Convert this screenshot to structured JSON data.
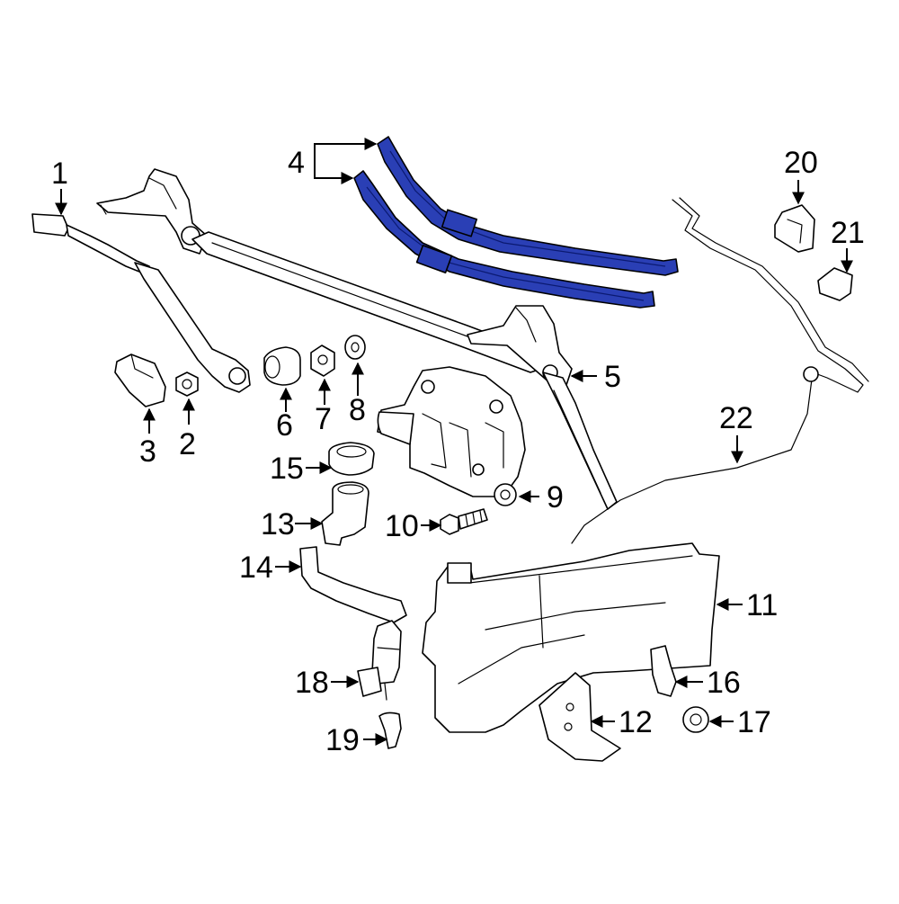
{
  "diagram": {
    "highlight_color": "#2a3fb5",
    "callouts": [
      {
        "id": "1",
        "label": "1"
      },
      {
        "id": "2",
        "label": "2"
      },
      {
        "id": "3",
        "label": "3"
      },
      {
        "id": "4",
        "label": "4"
      },
      {
        "id": "5",
        "label": "5"
      },
      {
        "id": "6",
        "label": "6"
      },
      {
        "id": "7",
        "label": "7"
      },
      {
        "id": "8",
        "label": "8"
      },
      {
        "id": "9",
        "label": "9"
      },
      {
        "id": "10",
        "label": "10"
      },
      {
        "id": "11",
        "label": "11"
      },
      {
        "id": "12",
        "label": "12"
      },
      {
        "id": "13",
        "label": "13"
      },
      {
        "id": "14",
        "label": "14"
      },
      {
        "id": "15",
        "label": "15"
      },
      {
        "id": "16",
        "label": "16"
      },
      {
        "id": "17",
        "label": "17"
      },
      {
        "id": "18",
        "label": "18"
      },
      {
        "id": "19",
        "label": "19"
      },
      {
        "id": "20",
        "label": "20"
      },
      {
        "id": "21",
        "label": "21"
      },
      {
        "id": "22",
        "label": "22"
      }
    ]
  }
}
